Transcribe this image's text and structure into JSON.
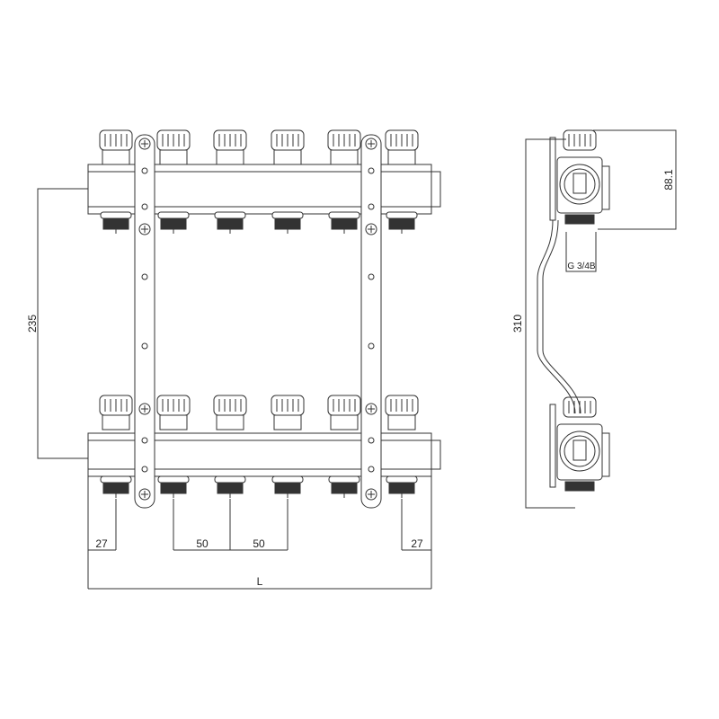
{
  "front_view": {
    "outlet_count": 6,
    "dimensions": {
      "height_between_bars": "235",
      "edge_left": "27",
      "pitch_1": "50",
      "pitch_2": "50",
      "edge_right": "27",
      "total_length": "L"
    }
  },
  "side_view": {
    "dimensions": {
      "total_height": "310",
      "depth": "88.1",
      "thread": "G 3/4B"
    }
  },
  "colors": {
    "line": "#333333",
    "background": "#ffffff"
  }
}
